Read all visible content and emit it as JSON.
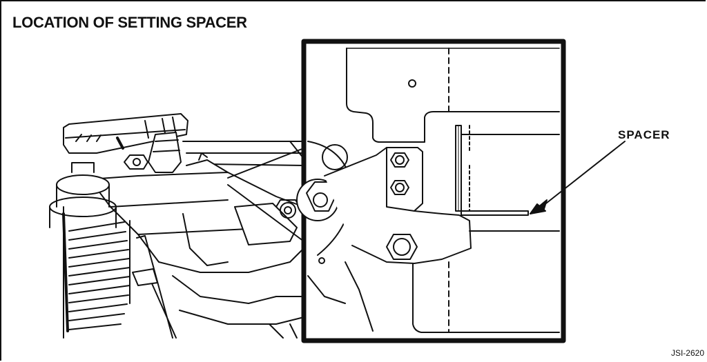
{
  "title": "LOCATION OF SETTING SPACER",
  "callout": {
    "label": "SPACER"
  },
  "figure_code": "JSI-2620"
}
